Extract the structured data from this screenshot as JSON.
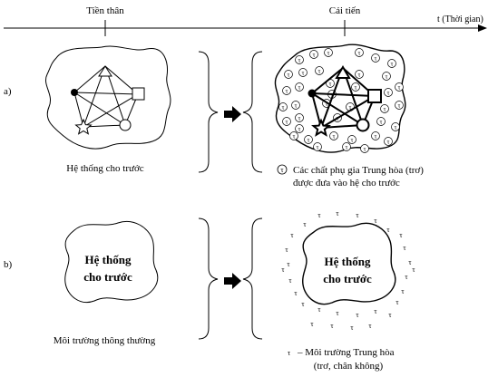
{
  "timeline": {
    "label_before": "Tiền thân",
    "label_after": "Cải tiến",
    "axis_label": "t (Thời gian)"
  },
  "row_a": {
    "label": "a)",
    "left_caption": "Hệ thống cho trước",
    "legend_symbol": "τ",
    "legend_line1": "Các chất phụ gia Trung hòa (trơ)",
    "legend_line2": "được đưa vào hệ cho trước"
  },
  "row_b": {
    "label": "b)",
    "system_line1": "Hệ thống",
    "system_line2": "cho trước",
    "left_caption": "Môi trường thông thường",
    "right_symbol": "τ",
    "legend_line1": "– Môi trường Trung hòa",
    "legend_line2": "(trơ, chân không)"
  },
  "symbols": {
    "neutral_additive": "τ",
    "neutral_environment": "τ"
  }
}
